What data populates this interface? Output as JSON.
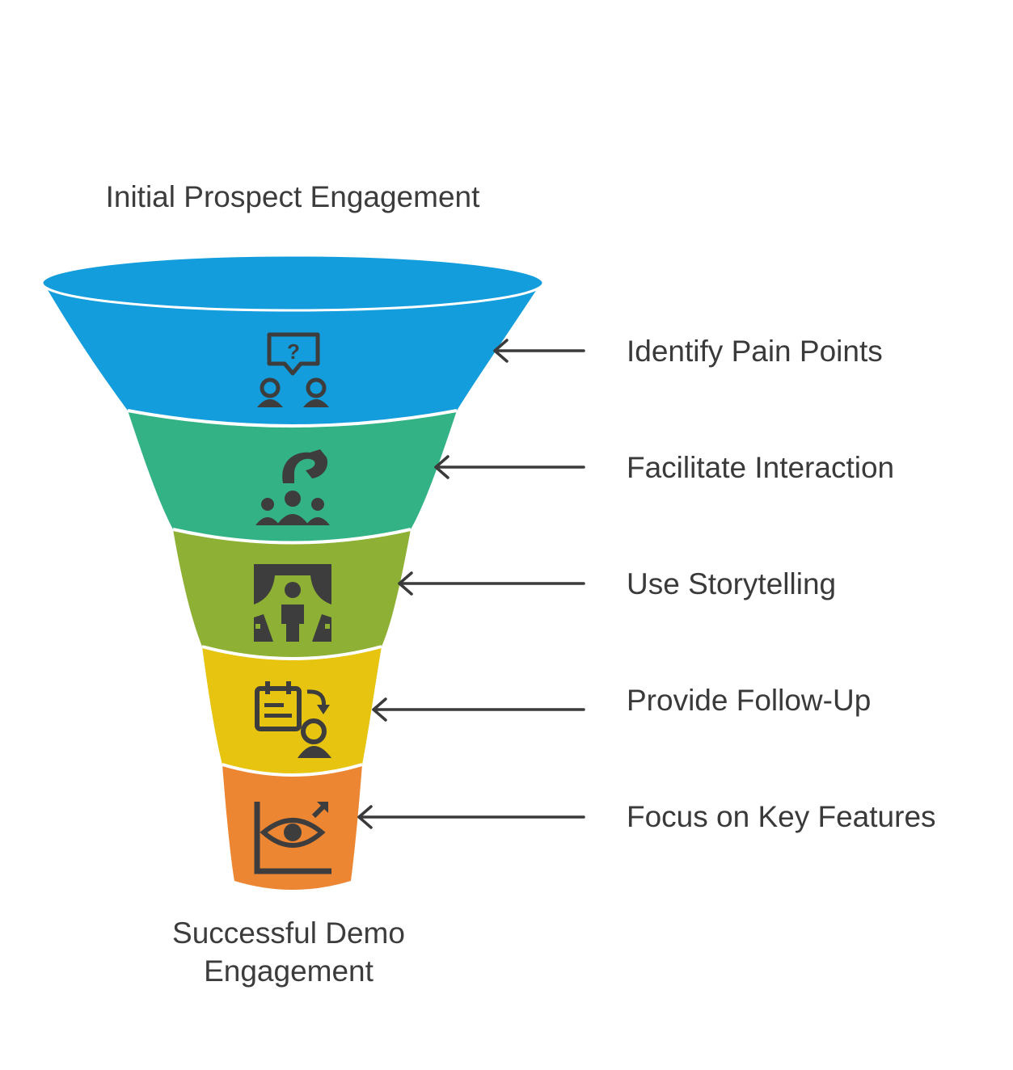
{
  "diagram": {
    "top_label": "Initial Prospect Engagement",
    "bottom_label_line1": "Successful Demo",
    "bottom_label_line2": "Engagement",
    "stages": [
      {
        "label": "Identify Pain Points",
        "color": "#139ddc",
        "icon": "question-people-icon"
      },
      {
        "label": "Facilitate Interaction",
        "color": "#33b385",
        "icon": "group-discussion-icon"
      },
      {
        "label": "Use Storytelling",
        "color": "#8db035",
        "icon": "stage-presenter-icon"
      },
      {
        "label": "Provide Follow-Up",
        "color": "#e6c40f",
        "icon": "calendar-followup-icon"
      },
      {
        "label": "Focus on Key Features",
        "color": "#ec8633",
        "icon": "eye-chart-icon"
      }
    ]
  }
}
